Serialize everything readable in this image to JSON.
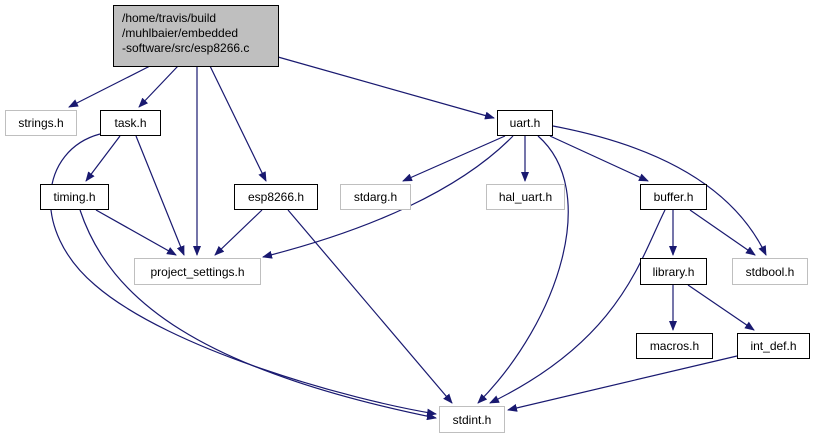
{
  "diagram": {
    "type": "include-dependency-graph",
    "root": {
      "id": "esp8266_c",
      "lines": [
        "/home/travis/build",
        "/muhlbaier/embedded",
        "-software/src/esp8266.c"
      ]
    },
    "nodes": [
      {
        "id": "strings_h",
        "label": "strings.h",
        "kind": "ext"
      },
      {
        "id": "task_h",
        "label": "task.h",
        "kind": "local"
      },
      {
        "id": "uart_h",
        "label": "uart.h",
        "kind": "local"
      },
      {
        "id": "timing_h",
        "label": "timing.h",
        "kind": "local"
      },
      {
        "id": "esp8266_h",
        "label": "esp8266.h",
        "kind": "local"
      },
      {
        "id": "stdarg_h",
        "label": "stdarg.h",
        "kind": "ext"
      },
      {
        "id": "hal_uart_h",
        "label": "hal_uart.h",
        "kind": "ext"
      },
      {
        "id": "buffer_h",
        "label": "buffer.h",
        "kind": "local"
      },
      {
        "id": "project_settings_h",
        "label": "project_settings.h",
        "kind": "ext"
      },
      {
        "id": "library_h",
        "label": "library.h",
        "kind": "local"
      },
      {
        "id": "stdbool_h",
        "label": "stdbool.h",
        "kind": "ext"
      },
      {
        "id": "macros_h",
        "label": "macros.h",
        "kind": "local"
      },
      {
        "id": "int_def_h",
        "label": "int_def.h",
        "kind": "local"
      },
      {
        "id": "stdint_h",
        "label": "stdint.h",
        "kind": "ext"
      }
    ],
    "edges": [
      [
        "esp8266_c",
        "strings_h"
      ],
      [
        "esp8266_c",
        "task_h"
      ],
      [
        "esp8266_c",
        "project_settings_h"
      ],
      [
        "esp8266_c",
        "esp8266_h"
      ],
      [
        "esp8266_c",
        "uart_h"
      ],
      [
        "task_h",
        "timing_h"
      ],
      [
        "task_h",
        "project_settings_h"
      ],
      [
        "task_h",
        "stdint_h"
      ],
      [
        "timing_h",
        "project_settings_h"
      ],
      [
        "timing_h",
        "stdint_h"
      ],
      [
        "esp8266_h",
        "project_settings_h"
      ],
      [
        "esp8266_h",
        "stdint_h"
      ],
      [
        "uart_h",
        "stdarg_h"
      ],
      [
        "uart_h",
        "hal_uart_h"
      ],
      [
        "uart_h",
        "project_settings_h"
      ],
      [
        "uart_h",
        "stdint_h"
      ],
      [
        "uart_h",
        "buffer_h"
      ],
      [
        "uart_h",
        "stdbool_h"
      ],
      [
        "buffer_h",
        "library_h"
      ],
      [
        "buffer_h",
        "stdbool_h"
      ],
      [
        "buffer_h",
        "stdint_h"
      ],
      [
        "library_h",
        "macros_h"
      ],
      [
        "library_h",
        "int_def_h"
      ],
      [
        "int_def_h",
        "stdint_h"
      ]
    ],
    "colors": {
      "edge": "#191970",
      "root_fill": "#bfbfbf",
      "local_border": "#000000",
      "external_border": "#bfbfbf"
    }
  }
}
